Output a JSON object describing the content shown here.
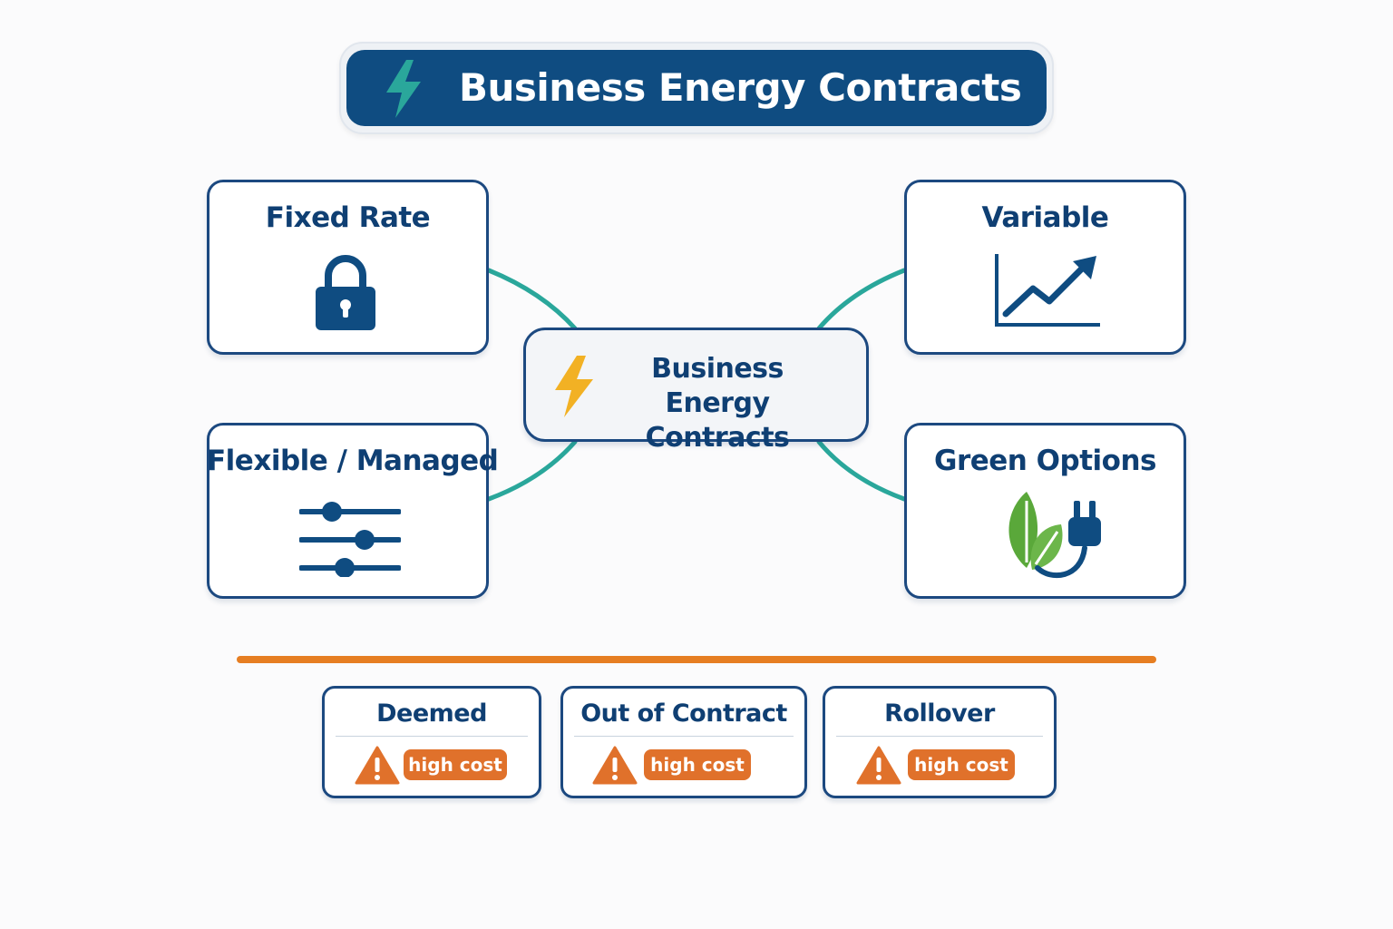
{
  "header": {
    "title": "Business Energy Contracts",
    "icon": "lightning-bolt-icon"
  },
  "center_node": {
    "line1": "Business Energy",
    "line2": "Contracts",
    "icon": "lightning-bolt-icon"
  },
  "categories": [
    {
      "label": "Fixed Rate",
      "icon": "padlock-icon"
    },
    {
      "label": "Variable",
      "icon": "rising-chart-icon"
    },
    {
      "label": "Flexible / Managed",
      "icon": "sliders-icon"
    },
    {
      "label": "Green Options",
      "icon": "leaf-plug-icon"
    }
  ],
  "warnings": [
    {
      "label": "Deemed",
      "badge": "high cost",
      "icon": "warning-triangle-icon"
    },
    {
      "label": "Out of Contract",
      "badge": "high cost",
      "icon": "warning-triangle-icon"
    },
    {
      "label": "Rollover",
      "badge": "high cost",
      "icon": "warning-triangle-icon"
    }
  ],
  "colors": {
    "navy": "#0f4c81",
    "text_navy": "#0f3f73",
    "teal": "#2aa79b",
    "orange": "#e67e22",
    "badge_orange": "#e0712b",
    "bolt_yellow": "#f2b124",
    "leaf_green": "#5aa83a"
  }
}
